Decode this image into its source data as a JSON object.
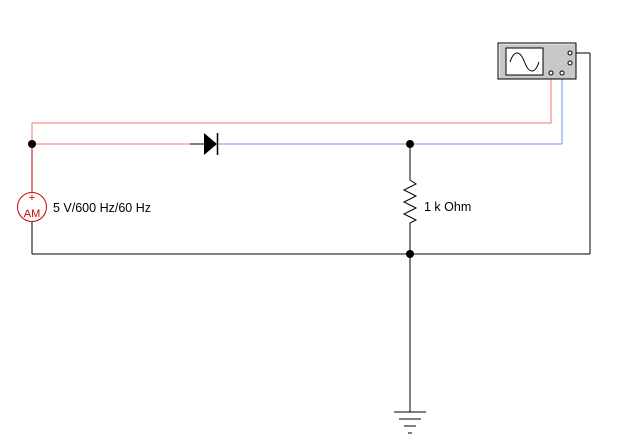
{
  "schematic": {
    "source": {
      "value_label": "5 V/600 Hz/60 Hz",
      "symbol_plus": "+",
      "symbol_text": "AM",
      "color": "#cc0000"
    },
    "resistor": {
      "value_label": "1 k Ohm"
    },
    "diode": {
      "component": "diode"
    },
    "oscilloscope": {
      "icon": "sine-wave-icon"
    },
    "ground": {
      "icon": "ground-icon"
    },
    "colors": {
      "wire": "#000000",
      "probe_a_wire": "#ff7070",
      "probe_b_wire": "#7090e0",
      "junction": "#000000",
      "scope_body": "#c8c8c8"
    }
  }
}
